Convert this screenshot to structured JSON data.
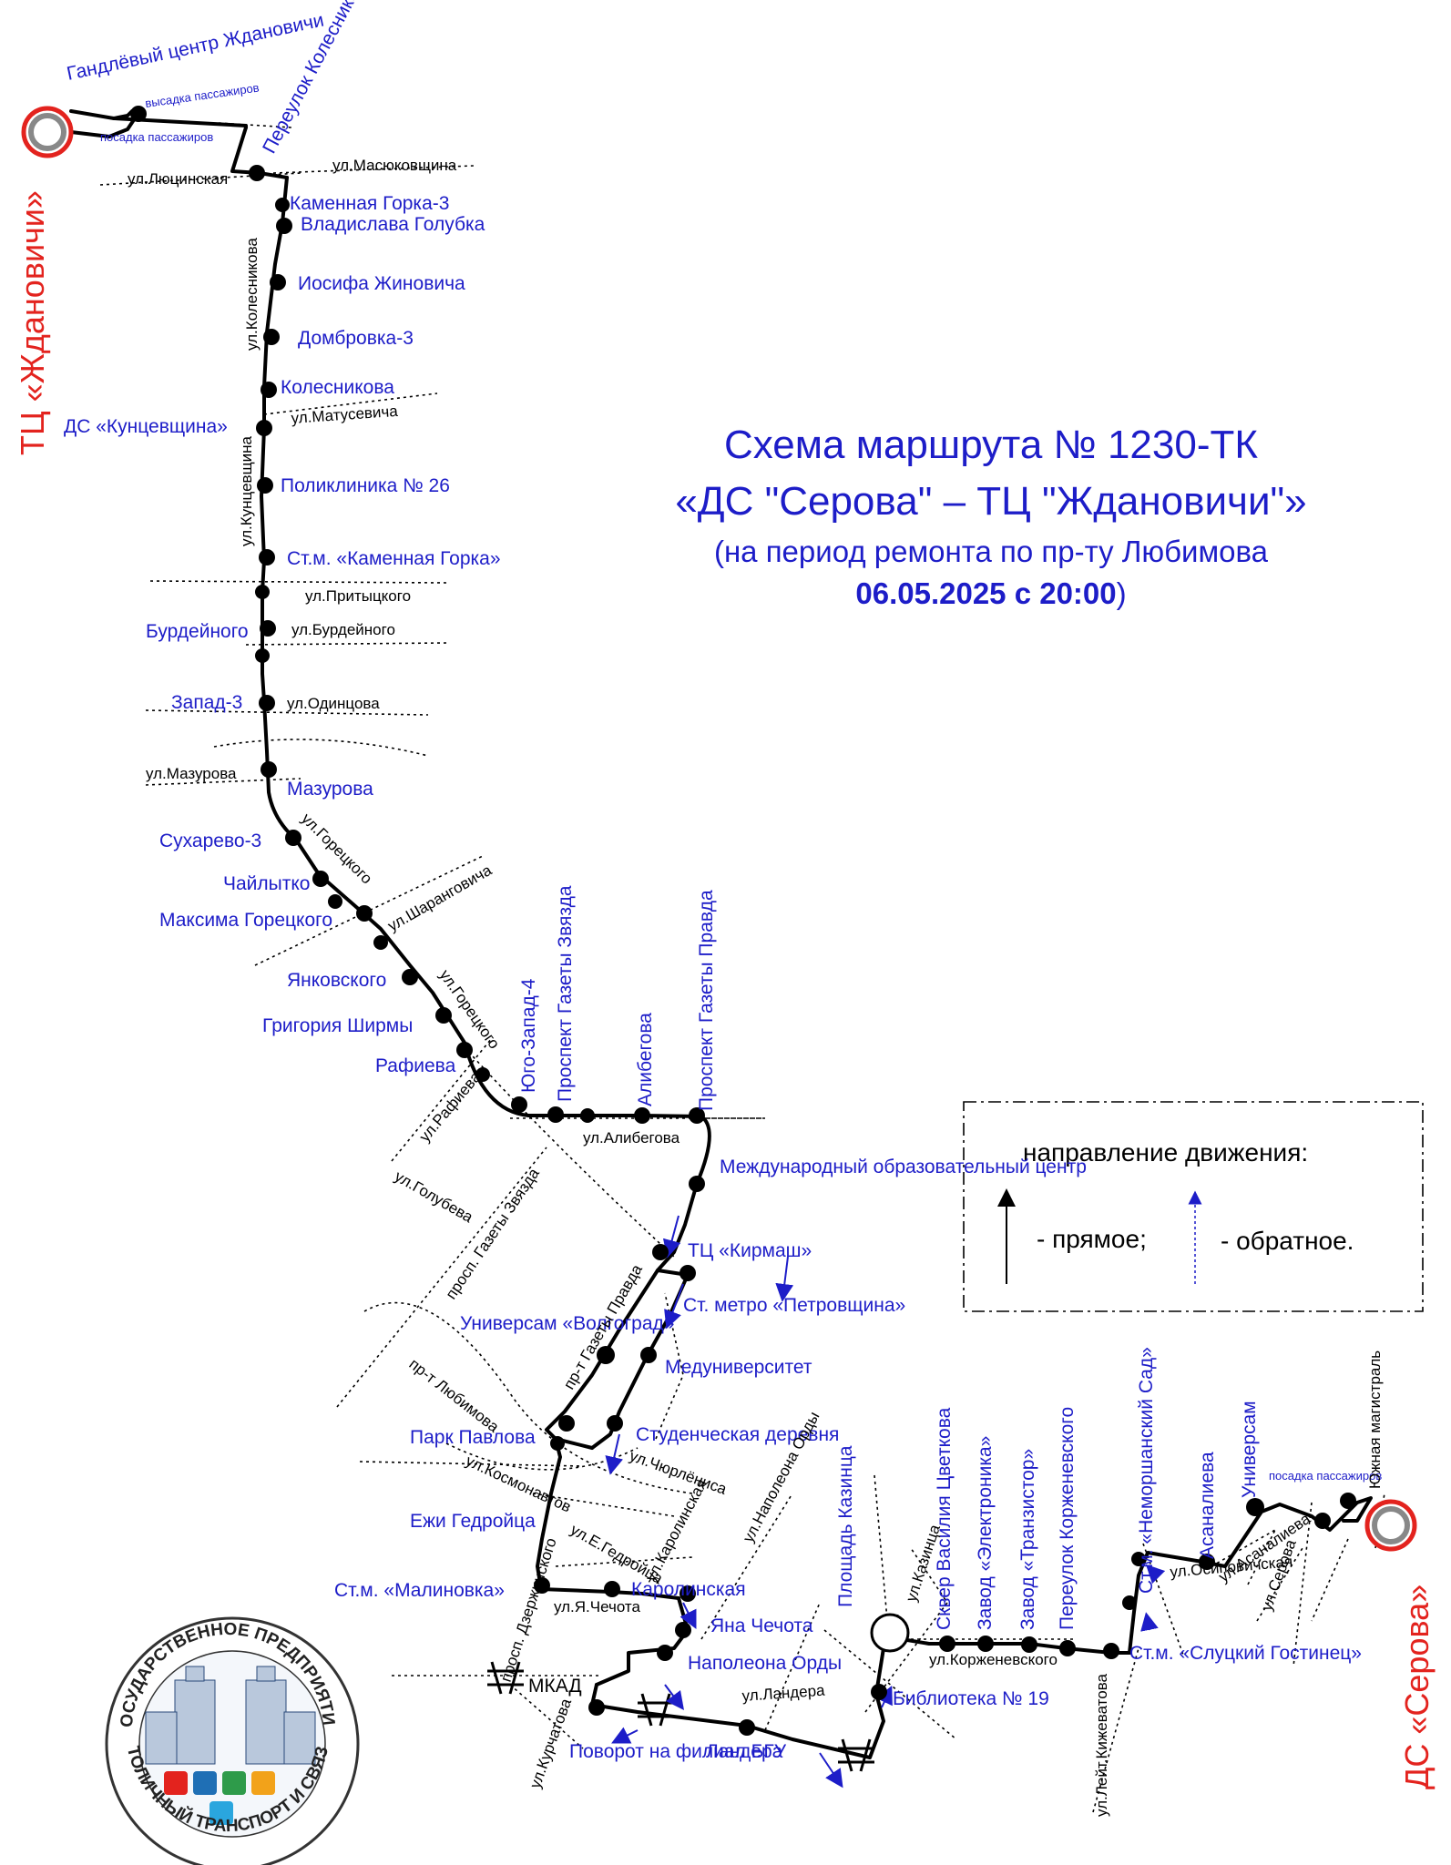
{
  "title": {
    "line1": "Схема маршрута № 1230-ТК",
    "line2": "«ДС \"Серова\" – ТЦ \"Ждановичи\"»",
    "line3": "(на период ремонта по пр-ту Любимова",
    "line4_bold": "06.05.2025 с 20:00",
    "line4_close": ")"
  },
  "terminals": {
    "start": "ТЦ «Ждановичи»",
    "end": "ДС «Серова»"
  },
  "legend": {
    "heading": "направление движения:",
    "forward": "- прямое;",
    "reverse": "- обратное."
  },
  "notes": {
    "dropoff": "высадка пассажиров",
    "boarding_start": "посадка пассажиров",
    "boarding_end": "посадка пассажиров",
    "mkad": "МКАД"
  },
  "stops": {
    "gandlyovy": "Гандлёвый центр Ждановичи",
    "pereulok_kolesnikova": "Переулок Колесникова",
    "kamennaya_gorka_3": "Каменная Горка-3",
    "vladislava_golubka": "Владислава Голубка",
    "iosifa_zhinovicha": "Иосифа Жиновича",
    "dombrovka_3": "Домбровка-3",
    "kolesnikova": "Колесникова",
    "ds_kuntsevshchina": "ДС «Кунцевщина»",
    "poliklinika_26": "Поликлиника № 26",
    "stm_kamennaya_gorka": "Ст.м. «Каменная Горка»",
    "burdeynogo": "Бурдейного",
    "zapad_3": "Запад-3",
    "mazurova": "Мазурова",
    "sukharevo_3": "Сухарево-3",
    "chaylytko": "Чайлытко",
    "maksima_goretskogo": "Максима Горецкого",
    "yankovskogo": "Янковского",
    "grigoriya_shirmy": "Григория Ширмы",
    "rafieva": "Рафиева",
    "yugo_zapad_4": "Юго-Запад-4",
    "pr_gazety_zvyazda": "Проспект Газеты Звязда",
    "alibegova": "Алибегова",
    "pr_gazety_pravda": "Проспект Газеты Правда",
    "mezhdunarodny": "Международный образовательный центр",
    "tc_kirmash": "ТЦ «Кирмаш»",
    "stm_petrovshchina": "Ст. метро «Петровщина»",
    "universam_volgograd": "Универсам «Волгоград»",
    "meduniversitet": "Медуниверситет",
    "park_pavlova": "Парк Павлова",
    "studencheskaya": "Студенческая деревня",
    "ezhi_gedroyca": "Ежи Гедройца",
    "stm_malinovka": "Ст.м. «Малиновка»",
    "karolinskaya": "Каролинская",
    "yana_chechota": "Яна Чечота",
    "napoleona_ordy": "Наполеона Орды",
    "povorot_bgu": "Поворот на филиал БГУ",
    "landera": "Ландера",
    "biblioteka_19": "Библиотека № 19",
    "ploshchad_kazinca": "Площадь Казинца",
    "skver_cvetkova": "Сквер Василия Цветкова",
    "zavod_elektronika": "Завод «Электроника»",
    "zavod_tranzistor": "Завод «Транзистор»",
    "per_korzhenevskogo": "Переулок Корженевского",
    "stm_nemorshansky": "Ст.м. «Неморшанский Сад»",
    "stm_slutsky": "Ст.м. «Слуцкий Гостинец»",
    "asanalieva": "Асаналиева",
    "universam": "Универсам"
  },
  "streets": {
    "masyukovshchina": "ул.Масюковщина",
    "lyuchinskaya": "ул.Люцинская",
    "kolesnikova": "ул.Колесникова",
    "matusevicha": "ул.Матусевича",
    "kuntsevshchina": "ул.Кунцевщина",
    "prityckogo": "ул.Притыцкого",
    "burdeynogo": "ул.Бурдейного",
    "odintsova": "ул.Одинцова",
    "mazurova": "ул.Мазурова",
    "goretskogo_1": "ул.Горецкого",
    "sharangovicha": "ул.Шаранговича",
    "goretskogo_2": "ул.Горецкого",
    "rafieva": "ул.Рафиева",
    "golubeva": "ул.Голубева",
    "alibegova": "ул.Алибегова",
    "pr_gazety_zvyazda": "просп. Газеты Звязда",
    "pr_gazety_pravda": "пр-т Газеты Правда",
    "pr_lyubimova": "пр-т Любимова",
    "chyurlyonisa": "ул.Чюрлёниса",
    "kosmonavtov": "ул.Космонавтов",
    "e_gedroyca": "ул.Е.Гедройца",
    "karolinskaya": "ул.Каролинская",
    "napoleona_ordy": "ул.Наполеона Орды",
    "pr_dzerzhinskogo": "просп. Дзержинского",
    "ya_chechota": "ул.Я.Чечота",
    "landera": "ул.Ландера",
    "kurchatova": "ул.Курчатова",
    "kazinca": "ул.Казинца",
    "korzhenevskogo": "ул.Корженевского",
    "leyt_kizhevatova": "ул.Лейт.Кижеватова",
    "osipovichskaya": "ул.Осиповичская",
    "asanalieva": "ул.Асаналиева",
    "serova": "ул.Серова",
    "yuzhnaya": "Южная магистраль"
  },
  "logo": {
    "top_text": "ГОСУДАРСТВЕННОЕ ПРЕДПРИЯТИЕ",
    "bottom_text": "СТОЛИЧНЫЙ ТРАНСПОРТ И СВЯЗЬ"
  },
  "colors": {
    "stop_label": "#1d1dc8",
    "terminal_label": "#e3231e",
    "route": "#000000",
    "terminal_ring": "#e3231e"
  }
}
